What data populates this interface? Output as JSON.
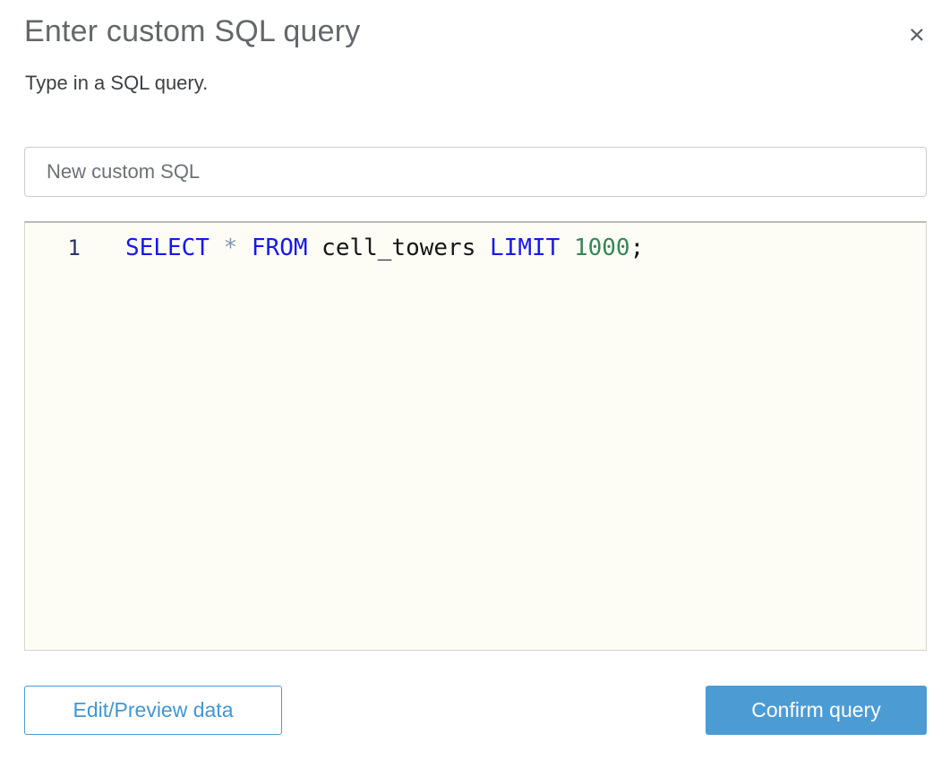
{
  "dialog": {
    "title": "Enter custom SQL query",
    "subtitle": "Type in a SQL query.",
    "close_icon": "×"
  },
  "name_input": {
    "value": "New custom SQL"
  },
  "editor": {
    "line_number": "1",
    "code_text": "SELECT * FROM cell_towers LIMIT 1000;",
    "code_tokens": [
      {
        "text": "SELECT",
        "type": "keyword"
      },
      {
        "text": " ",
        "type": "plain"
      },
      {
        "text": "*",
        "type": "operator"
      },
      {
        "text": " ",
        "type": "plain"
      },
      {
        "text": "FROM",
        "type": "keyword"
      },
      {
        "text": " cell_towers ",
        "type": "plain"
      },
      {
        "text": "LIMIT",
        "type": "keyword"
      },
      {
        "text": " ",
        "type": "plain"
      },
      {
        "text": "1000",
        "type": "number"
      },
      {
        "text": ";",
        "type": "plain"
      }
    ]
  },
  "buttons": {
    "edit_preview": "Edit/Preview data",
    "confirm": "Confirm query"
  },
  "colors": {
    "accent_blue": "#4d9bd3",
    "keyword_blue": "#1717ee",
    "number_green": "#37855a",
    "operator_slate": "#8694b5",
    "editor_background": "#fdfdf5",
    "line_number_navy": "#2a3563",
    "title_gray": "#63676b"
  }
}
